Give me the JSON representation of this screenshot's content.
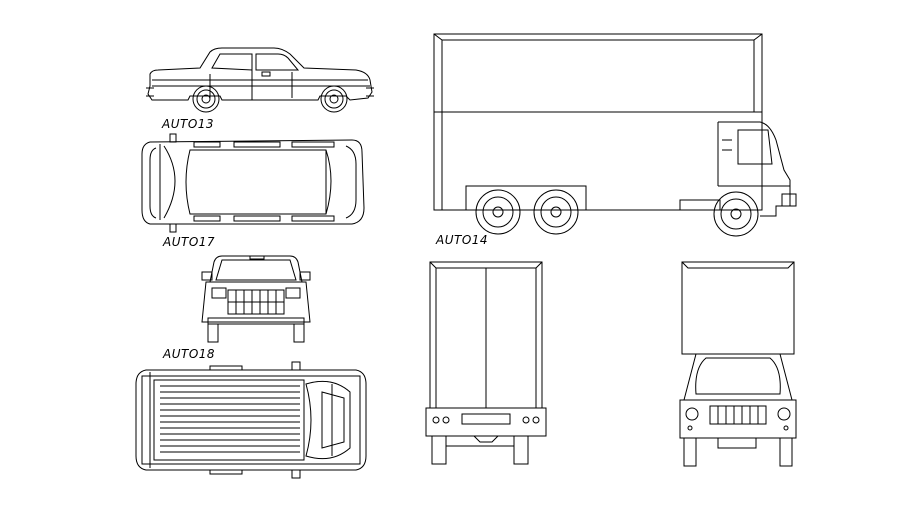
{
  "labels": {
    "car_side": "AUTO13",
    "car_top": "AUTO17",
    "car_front": "AUTO18",
    "truck_side": "AUTO14"
  },
  "colors": {
    "stroke": "#000000",
    "background": "#ffffff"
  }
}
